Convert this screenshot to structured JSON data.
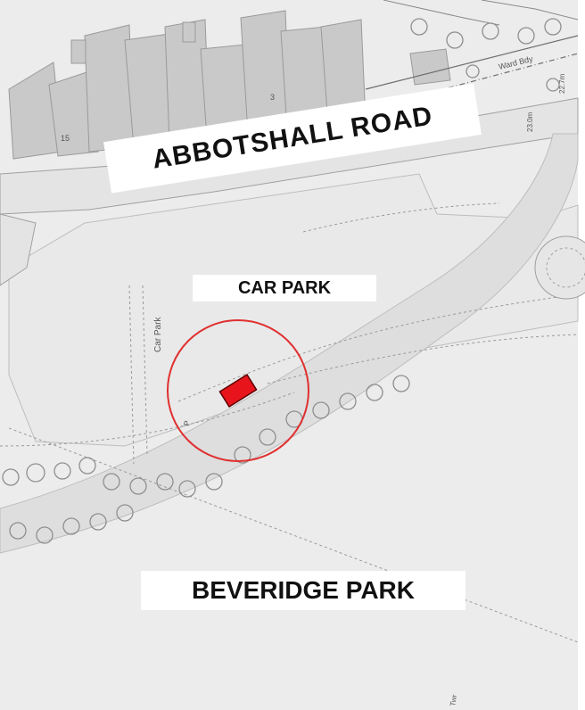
{
  "map": {
    "road_label": "ABBOTSHALL ROAD",
    "car_park_label": "CAR PARK",
    "park_label": "BEVERIDGE PARK",
    "small_labels": {
      "car_park_vertical": "Car Park",
      "ward_bdy": "Ward Bdy",
      "house_15": "15",
      "house_3": "3",
      "spot_height_1": "23.0m",
      "spot_height_2": "22.7m",
      "parking_symbol": "P",
      "tree_label": "Twr"
    },
    "colors": {
      "background": "#ececec",
      "building_fill": "#c9c9c9",
      "building_stroke": "#9a9a9a",
      "road_fill": "#e0e0e0",
      "marker_circle": "#e03030",
      "marker_fill": "#e8141c"
    },
    "marker": {
      "type": "red-rectangle-in-circle",
      "icon": "location-marker-icon"
    }
  }
}
